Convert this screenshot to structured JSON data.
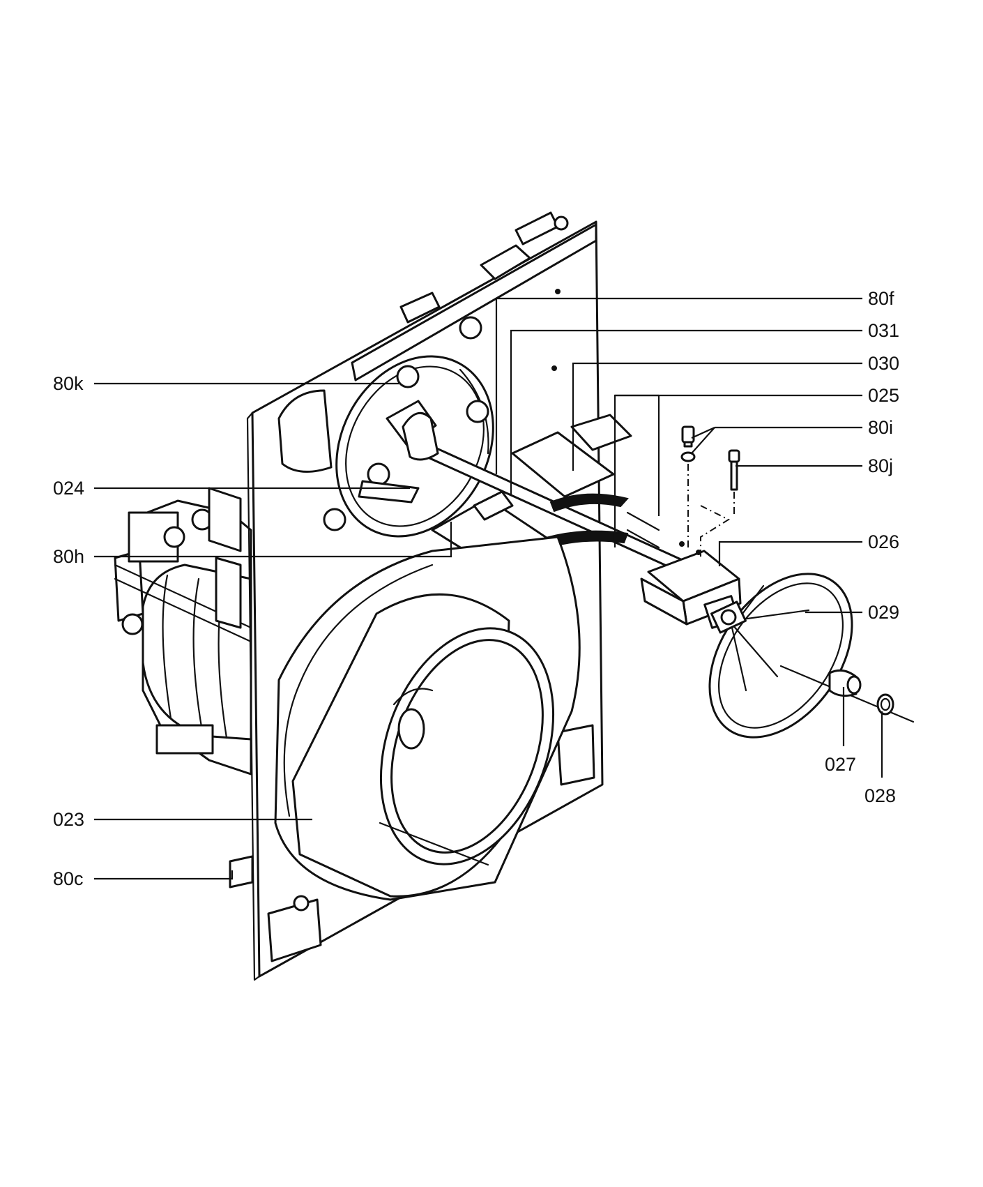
{
  "callouts": {
    "c80f": "80f",
    "c031": "031",
    "c030": "030",
    "c025": "025",
    "c80i": "80i",
    "c80j": "80j",
    "c026": "026",
    "c029": "029",
    "c027": "027",
    "c028": "028",
    "c80k": "80k",
    "c024": "024",
    "c80h": "80h",
    "c023": "023",
    "c80c": "80c"
  },
  "colors": {
    "line": "#111111",
    "background": "#ffffff"
  }
}
